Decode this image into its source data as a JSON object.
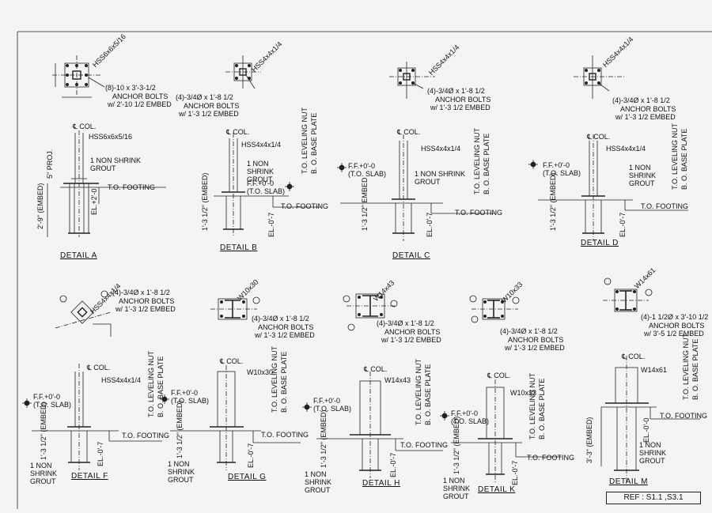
{
  "sheet": {
    "ref": "REF : S1.1 ,S3.1"
  },
  "details": [
    {
      "id": "A",
      "title": "DETAIL A",
      "column": "HSS6x6x5/16",
      "bolts": "(8)-10 x 3'-3-1/2",
      "bolts2": "ANCHOR BOLTS",
      "embed": "w/ 2'-10 1/2 EMBED",
      "col_label": "℄ COL.",
      "grout": "1 NON SHRINK GROUT",
      "ftg": "T.O. FOOTING",
      "el": "EL.+2'-0",
      "proj": "5\" PROJ.",
      "embed_dim": "2'-9\" (EMBED)"
    },
    {
      "id": "B",
      "title": "DETAIL B",
      "column": "HSS4x4x1/4",
      "bolts": "(4)-3/4Ø x 1'-8 1/2",
      "bolts2": "ANCHOR BOLTS",
      "embed": "w/ 1'-3 1/2 EMBED",
      "col_label": "℄ COL.",
      "grout": "1 NON SHRINK GROUT",
      "ftg": "T.O. FOOTING",
      "el": "EL.-0'-7",
      "ff": "F.F.+0'-0 (T.O. SLAB)",
      "lev": "T.O. LEVELING NUT",
      "bp": "B. O. BASE PLATE",
      "embed_dim": "1'-3 1/2\" (EMBED)"
    },
    {
      "id": "C",
      "title": "DETAIL C",
      "column": "HSS4x4x1/4",
      "bolts": "(4)-3/4Ø x 1'-8 1/2",
      "bolts2": "ANCHOR BOLTS",
      "embed": "w/ 1'-3 1/2 EMBED",
      "col_label": "℄ COL.",
      "grout": "1 NON SHRINK GROUT",
      "ftg": "T.O. FOOTING",
      "el": "EL.-0'-7",
      "ff": "F.F.+0'-0 (T.O. SLAB)",
      "lev": "T.O. LEVELING NUT",
      "bp": "B. O. BASE PLATE",
      "embed_dim": "1'-3 1/2\" EMBED"
    },
    {
      "id": "D",
      "title": "DETAIL D",
      "column": "HSS4x4x1/4",
      "bolts": "(4)-3/4Ø x 1'-8 1/2",
      "bolts2": "ANCHOR BOLTS",
      "embed": "w/ 1'-3 1/2 EMBED",
      "col_label": "℄ COL.",
      "grout": "1 NON SHRINK GROUT",
      "ftg": "T.O. FOOTING",
      "el": "EL.-0'-7",
      "ff": "F.F.+0'-0 (T.O. SLAB)",
      "lev": "T.O. LEVELING NUT",
      "bp": "B. O. BASE PLATE",
      "embed_dim": "1'-3 1/2\" (EMBED)"
    },
    {
      "id": "F",
      "title": "DETAIL F",
      "column": "HSS4x4x1/4",
      "bolts": "(4)-3/4Ø x 1'-8 1/2",
      "bolts2": "ANCHOR BOLTS",
      "embed": "w/ 1'-3 1/2 EMBED",
      "col_label": "℄ COL.",
      "grout": "1 NON SHRINK GROUT",
      "ftg": "T.O. FOOTING",
      "el": "EL.-0'-7",
      "ff": "F.F.+0'-0 (T.O. SLAB)",
      "lev": "T.O. LEVELING NUT",
      "bp": "B. O. BASE PLATE",
      "embed_dim": "1'-3 1/2\" (EMBED)"
    },
    {
      "id": "G",
      "title": "DETAIL G",
      "column": "W10x30",
      "bolts": "(4)-3/4Ø x 1'-8 1/2",
      "bolts2": "ANCHOR BOLTS",
      "embed": "w/ 1'-3 1/2 EMBED",
      "col_label": "℄ COL.",
      "grout": "1 NON SHRINK GROUT",
      "ftg": "T.O. FOOTING",
      "el": "EL.-0'-7",
      "ff": "F.F.+0'-0 (T.O. SLAB)",
      "lev": "T.O. LEVELING NUT",
      "bp": "B. O. BASE PLATE",
      "embed_dim": "1'-3 1/2\" (EMBED)"
    },
    {
      "id": "H",
      "title": "DETAIL H",
      "column": "W14x43",
      "bolts": "(4)-3/4Ø x 1'-8 1/2",
      "bolts2": "ANCHOR BOLTS",
      "embed": "w/ 1'-3 1/2 EMBED",
      "col_label": "℄ COL.",
      "grout": "1 NON SHRINK GROUT",
      "ftg": "T.O. FOOTING",
      "el": "EL.-0'-7",
      "ff": "F.F.+0'-0 (T.O. SLAB)",
      "lev": "T.O. LEVELING NUT",
      "bp": "B. O. BASE PLATE",
      "embed_dim": "1'-3 1/2\" (EMBED)"
    },
    {
      "id": "K",
      "title": "DETAIL K",
      "column": "W10x33",
      "bolts": "(4)-3/4Ø x 1'-8 1/2",
      "bolts2": "ANCHOR BOLTS",
      "embed": "w/ 1'-3 1/2 EMBED",
      "col_label": "℄ COL.",
      "grout": "1 NON SHRINK GROUT",
      "ftg": "T.O. FOOTING",
      "el": "EL.-0'-7",
      "ff": "F.F.+0'-0 (T.O. SLAB)",
      "lev": "T.O. LEVELING NUT",
      "bp": "B. O. BASE PLATE",
      "embed_dim": "1'-3 1/2\" (EMBED)"
    },
    {
      "id": "M",
      "title": "DETAIL M",
      "column": "W14x61",
      "bolts": "(4)-1 1/2Ø x 3'-10 1/2",
      "bolts2": "ANCHOR BOLTS",
      "embed": "w/ 3'-5 1/2 EMBED",
      "col_label": "℄ COL.",
      "grout": "1 NON SHRINK GROUT",
      "ftg": "T.O. FOOTING",
      "el": "EL.-0'-0",
      "lev": "T.O. LEVELING NUT",
      "bp": "B. O. BASE PLATE",
      "embed_dim": "3'-3\" (EMBED)"
    }
  ]
}
